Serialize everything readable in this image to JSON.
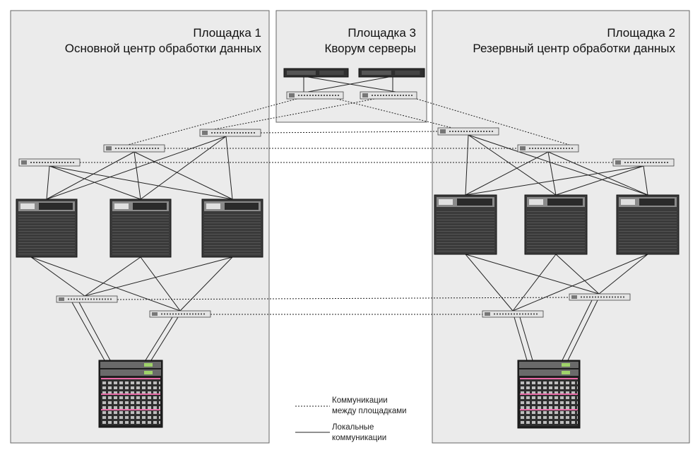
{
  "sites": {
    "site1": {
      "name": "Площадка 1",
      "subtitle": "Основной центр обработки данных"
    },
    "site3": {
      "name": "Площадка 3",
      "subtitle": "Кворум серверы"
    },
    "site2": {
      "name": "Площадка 2",
      "subtitle": "Резервный центр обработки данных"
    }
  },
  "legend": {
    "dotted_line1": "Коммуникации",
    "dotted_line2": "между площадками",
    "solid_line1": "Локальные",
    "solid_line2": "коммуникации"
  },
  "colors": {
    "site_background": "#ebebeb",
    "site_border": "#666666",
    "device_dark": "#3a3a3a",
    "device_light": "#d9d9d9",
    "accent_green": "#9fd36a",
    "accent_pink": "#e86aa6"
  }
}
